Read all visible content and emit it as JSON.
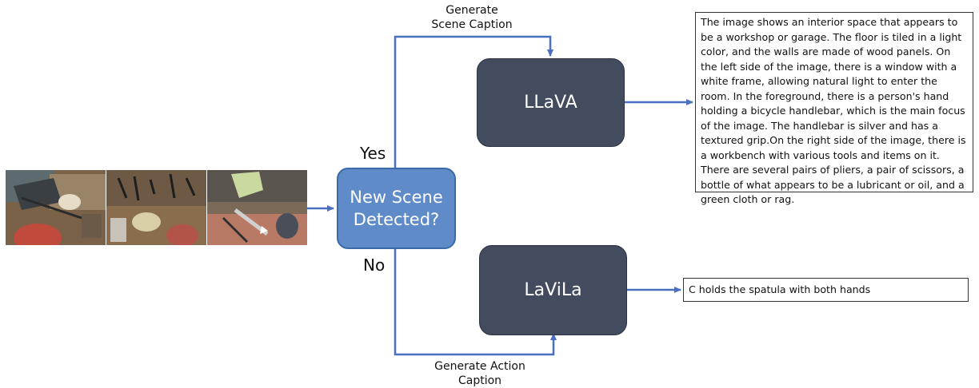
{
  "frames": [
    "frame-1",
    "frame-2",
    "frame-3"
  ],
  "decision": {
    "label": "New Scene\nDetected?"
  },
  "branches": {
    "yes": "Yes",
    "no": "No"
  },
  "edges": {
    "scene_caption": "Generate\nScene Caption",
    "action_caption": "Generate Action\nCaption"
  },
  "models": {
    "llava": "LLaVA",
    "lavila": "LaViLa"
  },
  "outputs": {
    "scene": "The image shows an interior space that appears to be a workshop or garage. The floor is tiled in a light color, and the walls are made of wood panels. On the left side of the image, there is a window with a white frame, allowing natural light to enter the room. In the foreground, there is a person's hand holding a bicycle handlebar, which is the main focus of the image. The handlebar is silver and has a textured grip.On the right side of the image, there is a workbench with various tools and items on it. There are several pairs of pliers, a pair of scissors, a bottle of what appears to be a lubricant or oil, and a green cloth or rag.",
    "action": "C holds the spatula with both hands"
  },
  "colors": {
    "arrow": "#4a6fc1",
    "decision_fill": "#5f8cc8",
    "model_fill": "#434b5e"
  }
}
